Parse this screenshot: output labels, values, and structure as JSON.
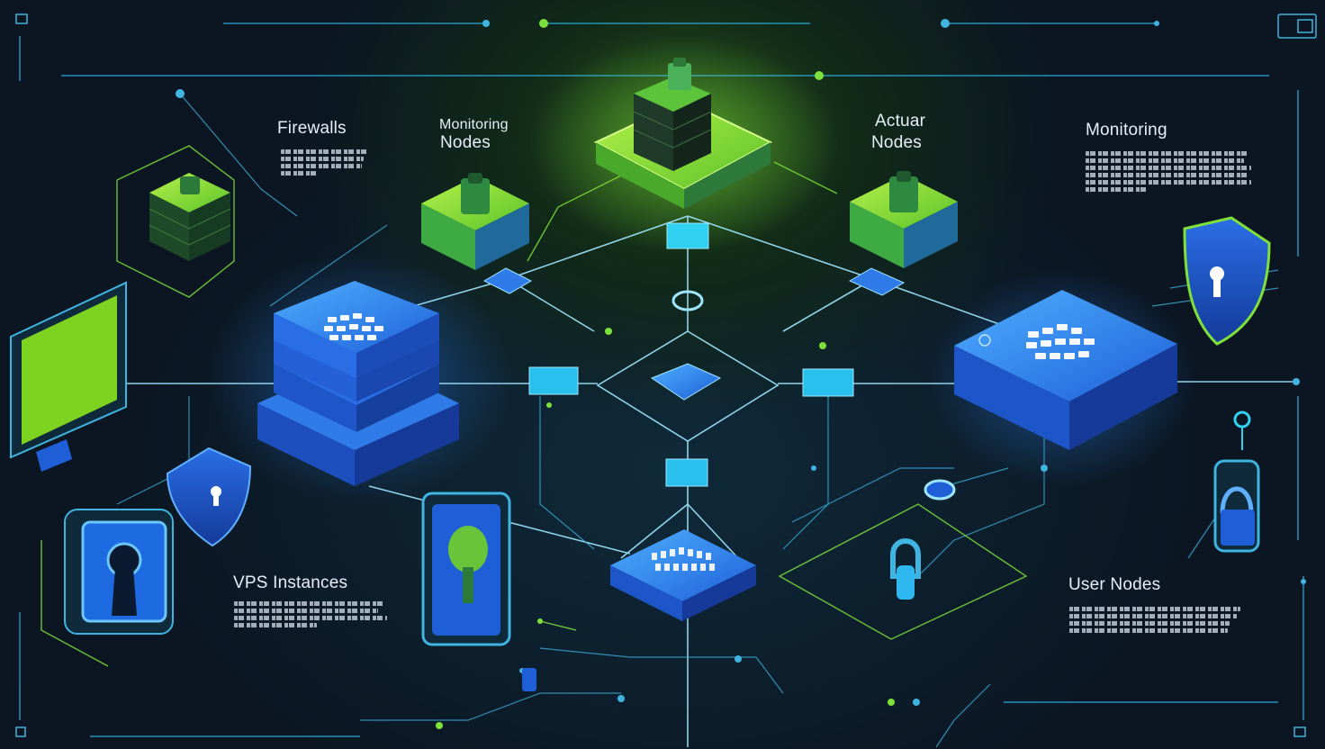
{
  "labels": {
    "firewalls": "Firewalls",
    "monitoring_nodes_line1": "Monitoring",
    "monitoring_nodes_line2": "Nodes",
    "actuar_nodes_line1": "Actuar",
    "actuar_nodes_line2": "Nodes",
    "monitoring": "Monitoring",
    "vps_instances": "VPS Instances",
    "user_nodes": "User Nodes"
  },
  "icons": {
    "server": "server-stack-icon",
    "hub": "server-hub-icon",
    "shield": "shield-lock-icon",
    "monitor": "monitor-icon",
    "padlock": "padlock-icon",
    "cube": "green-cube-icon"
  },
  "colors": {
    "background": "#0b1622",
    "accent_green": "#7ed321",
    "accent_blue": "#2f7be8",
    "line_cyan": "#3fb4e0",
    "text": "#e6eef8"
  }
}
